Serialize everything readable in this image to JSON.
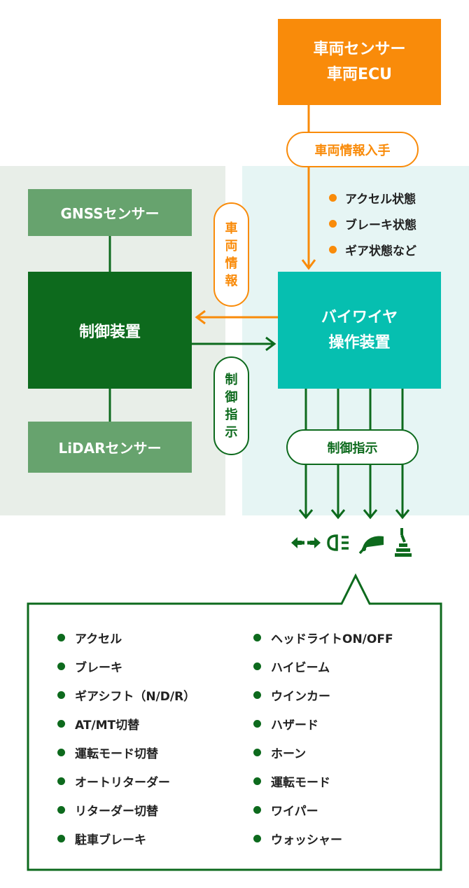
{
  "ecu_box": {
    "line1": "車両センサー",
    "line2": "車両ECU"
  },
  "acquire_label": "車両情報入手",
  "vehicle_states": [
    "アクセル状態",
    "ブレーキ状態",
    "ギア状態など"
  ],
  "gnss_label": "GNSSセンサー",
  "control_unit_label": "制御装置",
  "lidar_label": "LiDARセンサー",
  "bywire_box": {
    "line1": "バイワイヤ",
    "line2": "操作装置"
  },
  "vehicle_info_label": [
    "車",
    "両",
    "情",
    "報"
  ],
  "control_cmd_vertical": [
    "制",
    "御",
    "指",
    "示"
  ],
  "control_cmd_label": "制御指示",
  "icons": [
    "steering-arrows-icon",
    "headlight-icon",
    "wiper-icon",
    "gear-lever-icon"
  ],
  "controls_left": [
    "アクセル",
    "ブレーキ",
    "ギアシフト（N/D/R）",
    "AT/MT切替",
    "運転モード切替",
    "オートリターダー",
    "リターダー切替",
    "駐車ブレーキ"
  ],
  "controls_right": [
    "ヘッドライトON/OFF",
    "ハイビーム",
    "ウインカー",
    "ハザード",
    "ホーン",
    "運転モード",
    "ワイパー",
    "ウォッシャー"
  ],
  "colors": {
    "orange": "#f98b0a",
    "dark_green": "#0d6a1d",
    "light_green": "#67a36e",
    "teal": "#06bfb0"
  }
}
